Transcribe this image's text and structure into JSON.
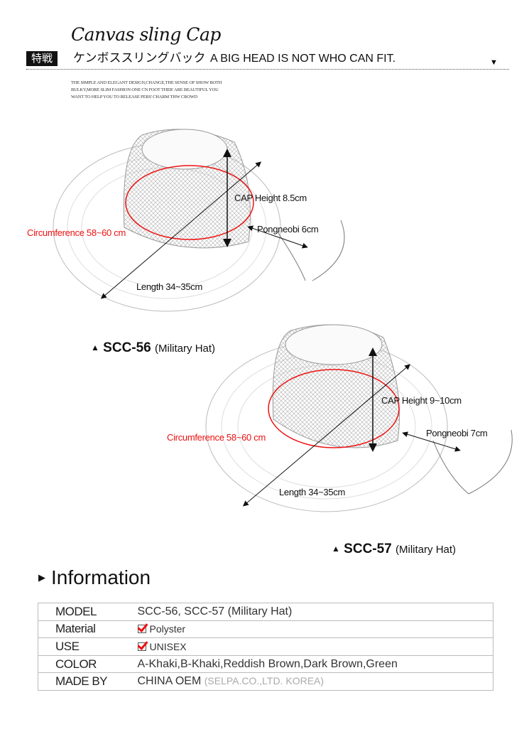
{
  "header": {
    "title_script": "Canvas sling Cap",
    "badge": "特戦",
    "japanese": "ケンボススリングバック",
    "slogan": "A BIG HEAD IS NOT WHO CAN FIT.",
    "arrow_icon": "triangle-down",
    "intro": "THE SIMPLE AND ELEGANT DESIGN,CHANGE,THE SENSE OF SHOW BOTH BULKY,MORE SLIM FASHION ONE CN FOOT THER' ARE BEAUTIFUL YOU WANT TO HELP YOU TO RELEASE PERS' CHARM THW CROWD"
  },
  "hat1": {
    "cap_height": "CAP Height 8.5cm",
    "circumference": "Circumference 58~60 cm",
    "pongneobi": "Pongneobi 6cm",
    "length": "Length 34~35cm",
    "model": "SCC-56",
    "type": "(Military Hat)"
  },
  "hat2": {
    "cap_height": "CAP Height 9~10cm",
    "circumference": "Circumference 58~60 cm",
    "pongneobi": "Pongneobi 7cm",
    "length": "Length 34~35cm",
    "model": "SCC-57",
    "type": "(Military Hat)"
  },
  "info": {
    "title": "Information",
    "rows": [
      {
        "key": "MODEL",
        "value": "SCC-56, SCC-57 (Military Hat)"
      },
      {
        "key": "Material",
        "value": "Polyster"
      },
      {
        "key": "USE",
        "value": "UNISEX"
      },
      {
        "key": "COLOR",
        "value": "A-Khaki,B-Khaki,Reddish Brown,Dark Brown,Green"
      },
      {
        "key": "MADE BY",
        "value": "CHINA OEM",
        "extra": "(SELPA.CO.,LTD. KOREA)"
      }
    ]
  },
  "colors": {
    "accent": "#e11111"
  }
}
